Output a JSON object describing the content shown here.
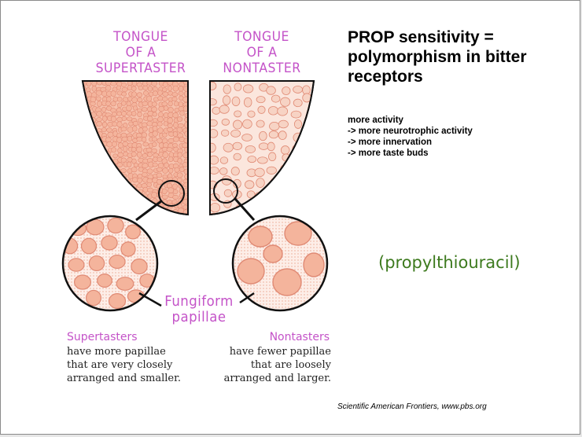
{
  "diagram": {
    "left_title_lines": [
      "TONGUE",
      "OF A",
      "SUPERTASTER"
    ],
    "right_title_lines": [
      "TONGUE",
      "OF A",
      "NONTASTER"
    ],
    "center_label_lines": [
      "Fungiform",
      "papillae"
    ],
    "left_caption": {
      "title": "Supertasters",
      "lines": [
        "have more papillae",
        "that are very closely",
        "arranged and smaller."
      ]
    },
    "right_caption": {
      "title": "Nontasters",
      "lines": [
        "have fewer papillae",
        "that are loosely",
        "arranged and larger."
      ]
    }
  },
  "heading_lines": [
    "PROP sensitivity =",
    "polymorphism in bitter",
    "receptors"
  ],
  "bullets": [
    "more activity",
    "-> more neurotrophic activity",
    "-> more innervation",
    "-> more taste buds"
  ],
  "chemical_name": "(propylthiouracil)",
  "citation": "Scientific American Frontiers, www.pbs.org",
  "colors": {
    "label_purple": "#c453c8",
    "tongue_fill": "#f6c2ad",
    "papilla_fill": "#f4b49c",
    "papilla_edge": "#e08a74",
    "chemical_green": "#3d7a1e"
  }
}
